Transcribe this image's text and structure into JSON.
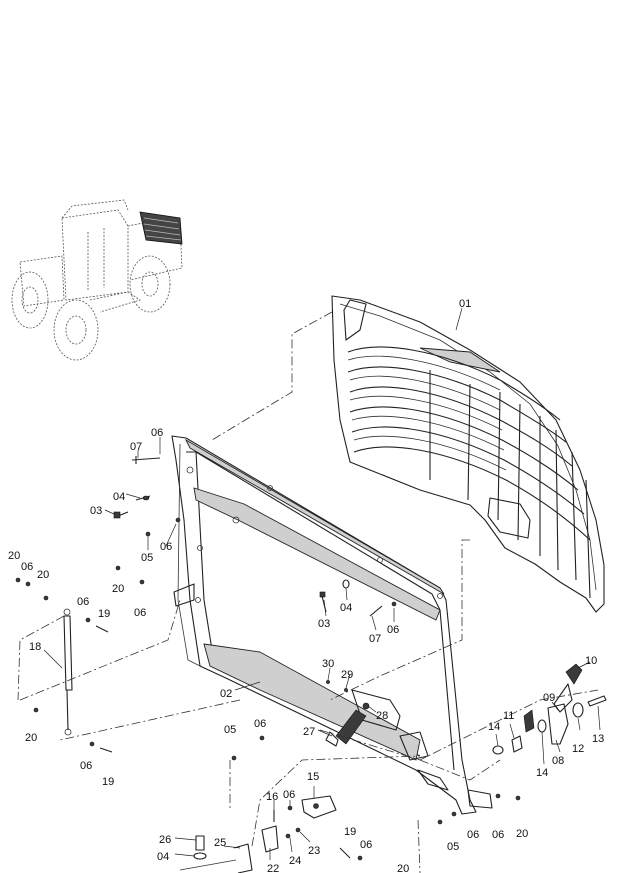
{
  "labels": [
    {
      "id": "l01a",
      "text": "01"
    },
    {
      "id": "l02a",
      "text": "02"
    },
    {
      "id": "l03a",
      "text": "03"
    },
    {
      "id": "l03b",
      "text": "03"
    },
    {
      "id": "l04a",
      "text": "04"
    },
    {
      "id": "l04b",
      "text": "04"
    },
    {
      "id": "l04c",
      "text": "04"
    },
    {
      "id": "l05a",
      "text": "05"
    },
    {
      "id": "l05b",
      "text": "05"
    },
    {
      "id": "l05c",
      "text": "05"
    },
    {
      "id": "l06a",
      "text": "06"
    },
    {
      "id": "l06b",
      "text": "06"
    },
    {
      "id": "l06c",
      "text": "06"
    },
    {
      "id": "l06d",
      "text": "06"
    },
    {
      "id": "l06e",
      "text": "06"
    },
    {
      "id": "l06f",
      "text": "06"
    },
    {
      "id": "l06g",
      "text": "06"
    },
    {
      "id": "l06h",
      "text": "06"
    },
    {
      "id": "l06i",
      "text": "06"
    },
    {
      "id": "l06j",
      "text": "06"
    },
    {
      "id": "l06k",
      "text": "06"
    },
    {
      "id": "l06l",
      "text": "06"
    },
    {
      "id": "l07a",
      "text": "07"
    },
    {
      "id": "l07b",
      "text": "07"
    },
    {
      "id": "l08a",
      "text": "08"
    },
    {
      "id": "l09a",
      "text": "09"
    },
    {
      "id": "l10a",
      "text": "10"
    },
    {
      "id": "l11a",
      "text": "11"
    },
    {
      "id": "l12a",
      "text": "12"
    },
    {
      "id": "l13a",
      "text": "13"
    },
    {
      "id": "l14a",
      "text": "14"
    },
    {
      "id": "l14b",
      "text": "14"
    },
    {
      "id": "l15a",
      "text": "15"
    },
    {
      "id": "l16a",
      "text": "16"
    },
    {
      "id": "l18a",
      "text": "18"
    },
    {
      "id": "l19a",
      "text": "19"
    },
    {
      "id": "l19b",
      "text": "19"
    },
    {
      "id": "l19c",
      "text": "19"
    },
    {
      "id": "l20a",
      "text": "20"
    },
    {
      "id": "l20b",
      "text": "20"
    },
    {
      "id": "l20c",
      "text": "20"
    },
    {
      "id": "l20d",
      "text": "20"
    },
    {
      "id": "l20e",
      "text": "20"
    },
    {
      "id": "l20f",
      "text": "20"
    },
    {
      "id": "l22a",
      "text": "22"
    },
    {
      "id": "l23a",
      "text": "23"
    },
    {
      "id": "l24a",
      "text": "24"
    },
    {
      "id": "l25a",
      "text": "25"
    },
    {
      "id": "l26a",
      "text": "26"
    },
    {
      "id": "l27a",
      "text": "27"
    },
    {
      "id": "l28a",
      "text": "28"
    },
    {
      "id": "l29a",
      "text": "29"
    },
    {
      "id": "l30a",
      "text": "30"
    }
  ]
}
